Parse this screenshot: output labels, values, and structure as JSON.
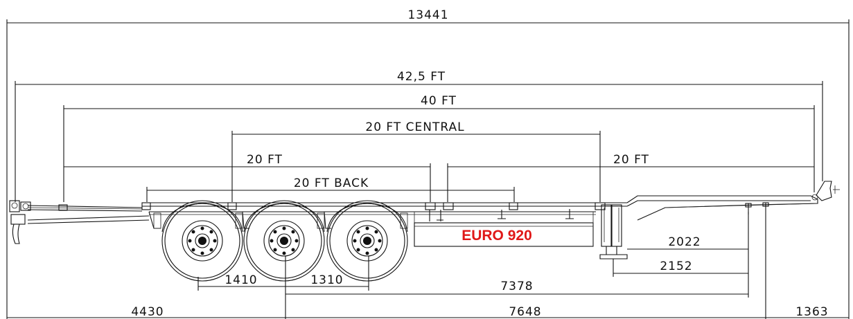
{
  "dimensions": {
    "overall": "13441",
    "ft_42_5": "42,5 FT",
    "ft_40": "40 FT",
    "ft_20_central": "20 FT CENTRAL",
    "ft_20_front": "20 FT",
    "ft_20_rear": "20 FT",
    "ft_20_back": "20 FT BACK",
    "d2022": "2022",
    "d2152": "2152",
    "d1410": "1410",
    "d1310": "1310",
    "d7378": "7378",
    "d4430": "4430",
    "d7648": "7648",
    "d1363": "1363"
  },
  "branding": {
    "model": "EURO 920"
  },
  "colors": {
    "line": "#111111",
    "brand": "#e01818",
    "background": "#ffffff"
  }
}
